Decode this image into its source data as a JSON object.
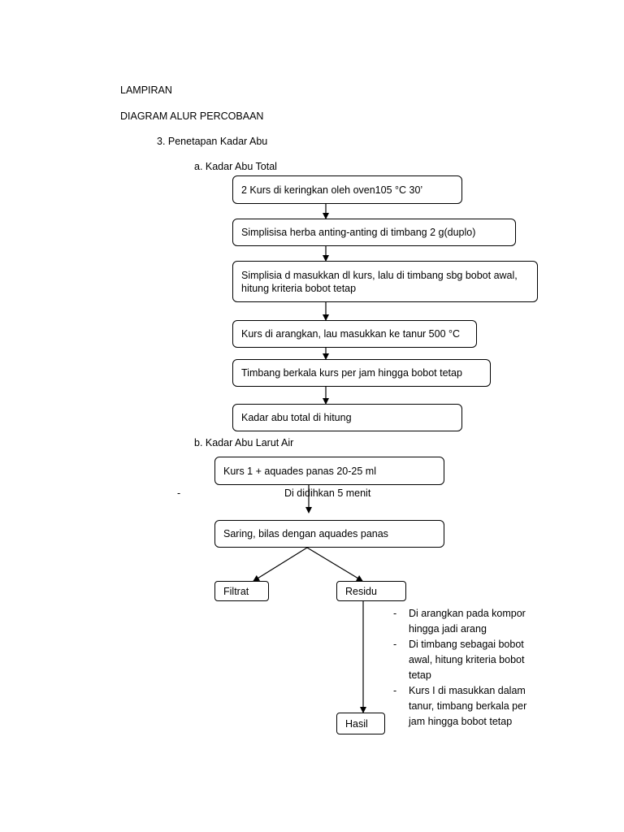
{
  "header": {
    "line1": "LAMPIRAN",
    "line2": "DIAGRAM ALUR PERCOBAAN",
    "section": "3. Penetapan Kadar Abu"
  },
  "part_a": {
    "heading": "a. Kadar Abu Total",
    "steps": [
      "2 Kurs di keringkan oleh oven105 °C  30’",
      "Simplisisa herba anting-anting di timbang 2 g(duplo)",
      "Simplisia d masukkan dl kurs, lalu di timbang sbg bobot awal,",
      "hitung kriteria bobot tetap",
      "Kurs di arangkan, lau masukkan ke tanur 500 °C",
      "Timbang berkala kurs per jam hingga bobot tetap",
      "Kadar abu total di hitung"
    ]
  },
  "part_b": {
    "heading": "b. Kadar Abu Larut Air",
    "step1": "Kurs 1 + aquades panas 20-25 ml",
    "dash_left": "-",
    "note1": "Di didihkan 5 menit",
    "step2": "Saring, bilas dengan aquades panas",
    "filtrat": "Filtrat",
    "residu": "Residu",
    "hasil": "Hasil",
    "residu_notes": [
      {
        "dash": "-",
        "lines": [
          "Di arangkan pada kompor",
          "hingga jadi arang"
        ]
      },
      {
        "dash": "-",
        "lines": [
          "Di timbang sebagai bobot",
          "awal, hitung kriteria bobot",
          "tetap"
        ]
      },
      {
        "dash": "-",
        "lines": [
          "Kurs I di masukkan dalam",
          "tanur, timbang berkala per",
          "jam hingga bobot tetap"
        ]
      }
    ]
  }
}
